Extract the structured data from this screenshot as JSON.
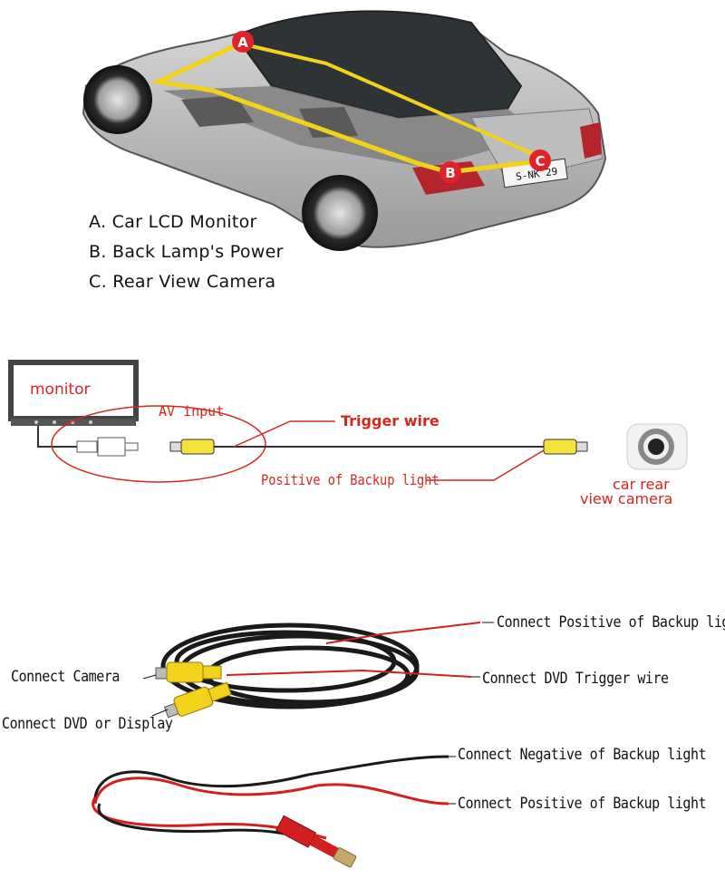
{
  "car_diagram": {
    "markers": [
      {
        "letter": "A"
      },
      {
        "letter": "B"
      },
      {
        "letter": "C"
      }
    ],
    "plate_text": "S-NK 29",
    "legend": [
      "A. Car LCD Monitor",
      "B. Back Lamp's Power",
      "C. Rear View Camera"
    ],
    "colors": {
      "wire": "#f2d21b",
      "marker": "#e2222a"
    }
  },
  "wiring_diagram": {
    "monitor_label": "monitor",
    "av_input_label": "AV input",
    "trigger_wire_label": "Trigger wire",
    "positive_label": "Positive of Backup light",
    "camera_label_line1": "car rear",
    "camera_label_line2": "view camera",
    "colors": {
      "label_red": "#d7261e",
      "connector_yellow": "#f3e33a"
    }
  },
  "cable_photo": {
    "labels": {
      "connect_positive_top": "Connect Positive of Backup light",
      "connect_camera": "Connect Camera",
      "connect_dvd_trigger": "Connect DVD Trigger wire",
      "connect_dvd_display": "Connect DVD or Display",
      "connect_negative": "Connect Negative of Backup light",
      "connect_positive_bottom": "Connect Positive of Backup light"
    },
    "colors": {
      "cable_black": "#1a1a1a",
      "cable_red": "#d21f1f",
      "rca_yellow": "#f2d21b"
    }
  }
}
